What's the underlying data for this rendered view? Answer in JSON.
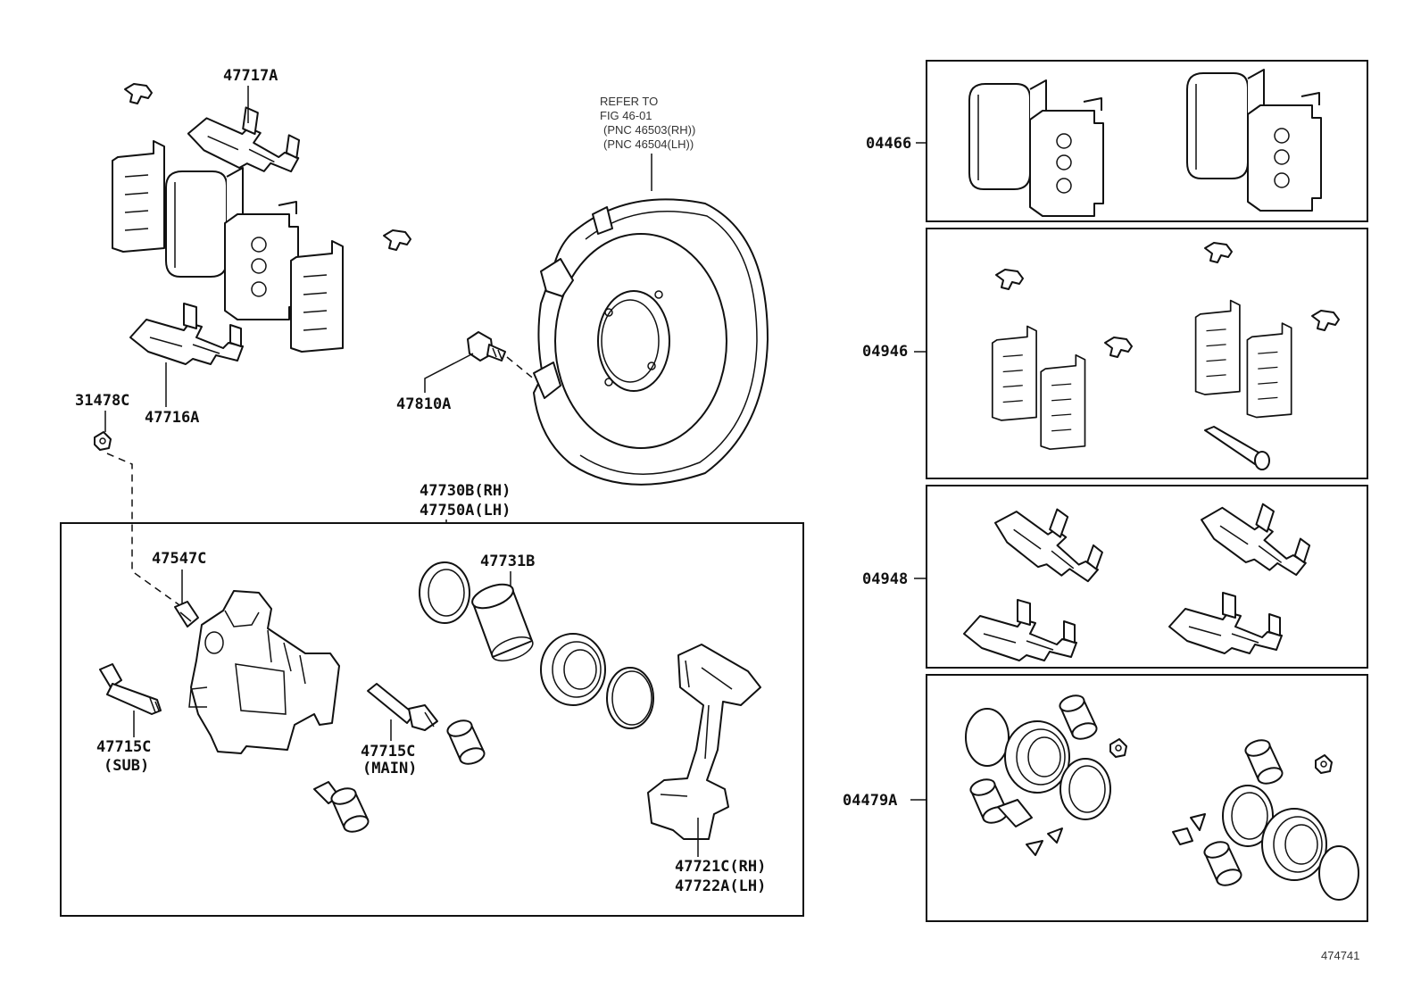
{
  "labels": {
    "p47717A": "47717A",
    "p47716A": "47716A",
    "p31478C": "31478C",
    "p47810A": "47810A",
    "refer1": "REFER TO",
    "refer2": "FIG 46-01",
    "refer3": "(PNC 46503(RH))",
    "refer4": "(PNC 46504(LH))",
    "p47730B": "47730B(RH)",
    "p47750A": "47750A(LH)",
    "p47547C": "47547C",
    "p47731B": "47731B",
    "p47715C_sub": "47715C",
    "sub": "(SUB)",
    "p47715C_main": "47715C",
    "main": "(MAIN)",
    "p47721C": "47721C(RH)",
    "p47722A": "47722A(LH)",
    "k04466": "04466",
    "k04946": "04946",
    "k04948": "04948",
    "k04479A": "04479A",
    "fig_no": "474741"
  }
}
